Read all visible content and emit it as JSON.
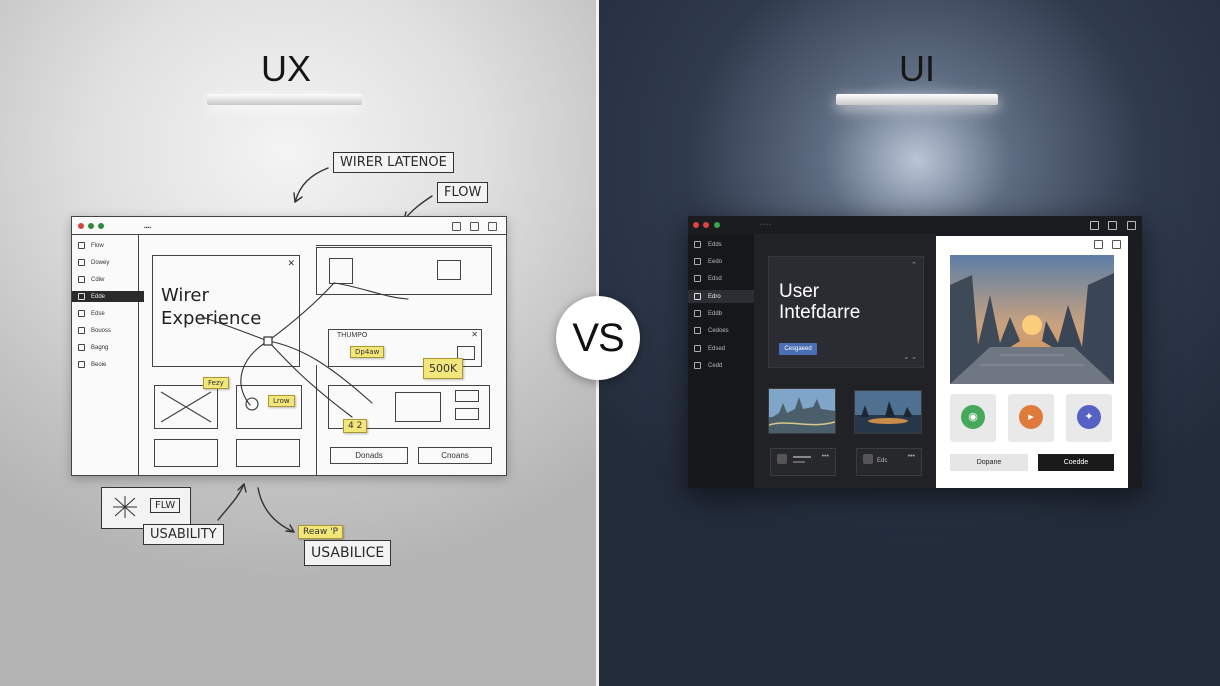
{
  "ux": {
    "heading": "UX",
    "annotations": {
      "wirer_latence": "WIRER LATENOE",
      "flow": "FLOW",
      "flw": "FLW",
      "usability": "USABILITY",
      "usabilice": "USABILICE",
      "reaw_tp": "Reaw 'P"
    },
    "wireframe": {
      "sidebar_items": [
        "Flow",
        "Dowey",
        "Cdiw",
        "Edde",
        "Edse",
        "Bouoss",
        "Bagng",
        "Beoie"
      ],
      "hero_text_line1": "Wirer",
      "hero_text_line2": "Experience",
      "thumpo_label": "THUMPO",
      "buttons": [
        "Donads",
        "Cnoans"
      ],
      "stickies": [
        "Fezy",
        "Dp4aw",
        "500K",
        "Lrow",
        "4 2"
      ]
    }
  },
  "vs_label": "VS",
  "ui": {
    "heading": "UI",
    "window": {
      "address": "▫ ▫ ▫ ▫",
      "sidebar_items": [
        "Edds",
        "Eedo",
        "Edsd",
        "Edro",
        "Eddb",
        "Cedoes",
        "Edsed",
        "Cedd"
      ],
      "hero_title_line1": "User",
      "hero_title_line2": "Intefdarre",
      "hero_button": "Cesgaeed",
      "buttons": [
        "Dopane",
        "Coedde"
      ],
      "card_label": "Edc"
    },
    "colors": {
      "green": "#45a85a",
      "orange": "#e07a3a",
      "blue": "#5562c4",
      "accent_button": "#4a6fb5"
    }
  }
}
